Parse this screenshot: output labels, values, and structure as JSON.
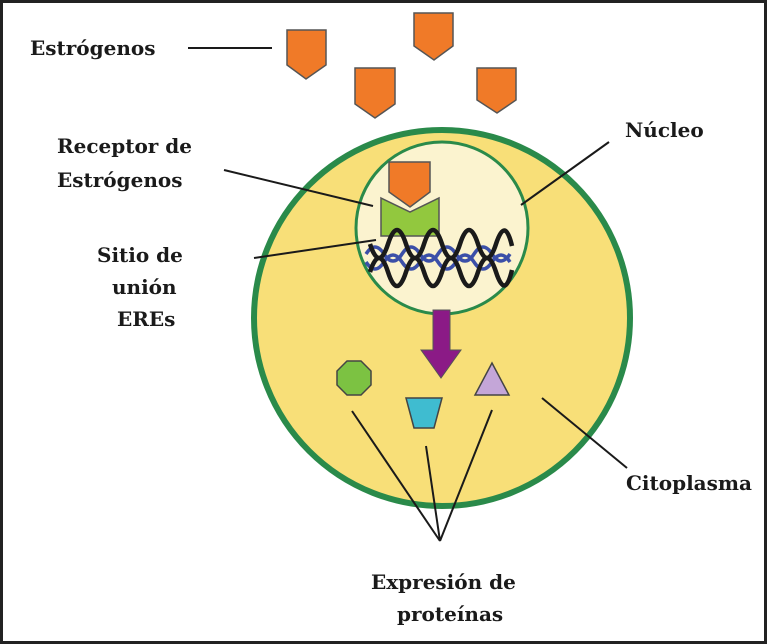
{
  "labels": {
    "estrogens": "Estrógenos",
    "nucleus": "Núcleo",
    "receptor_line1": "Receptor de",
    "receptor_line2": "Estrógenos",
    "binding_line1": "Sitio de",
    "binding_line2": "unión",
    "binding_line3": "EREs",
    "cytoplasm": "Citoplasma",
    "expression_line1": "Expresión de",
    "expression_line2": "proteínas"
  },
  "colors": {
    "border": "#222222",
    "cell_fill": "#f8df78",
    "cell_stroke": "#2a8a4a",
    "nucleus_fill": "#fbf3cf",
    "estrogen": "#f07a28",
    "receptor": "#92c83e",
    "dna_dark": "#1a1a1a",
    "dna_blue": "#3b4fa8",
    "arrow": "#8b1a86",
    "protein_octagon": "#7cc242",
    "protein_trapezoid": "#3fbcd0",
    "protein_triangle": "#c4a6d8",
    "leader": "#1a1a1a"
  }
}
